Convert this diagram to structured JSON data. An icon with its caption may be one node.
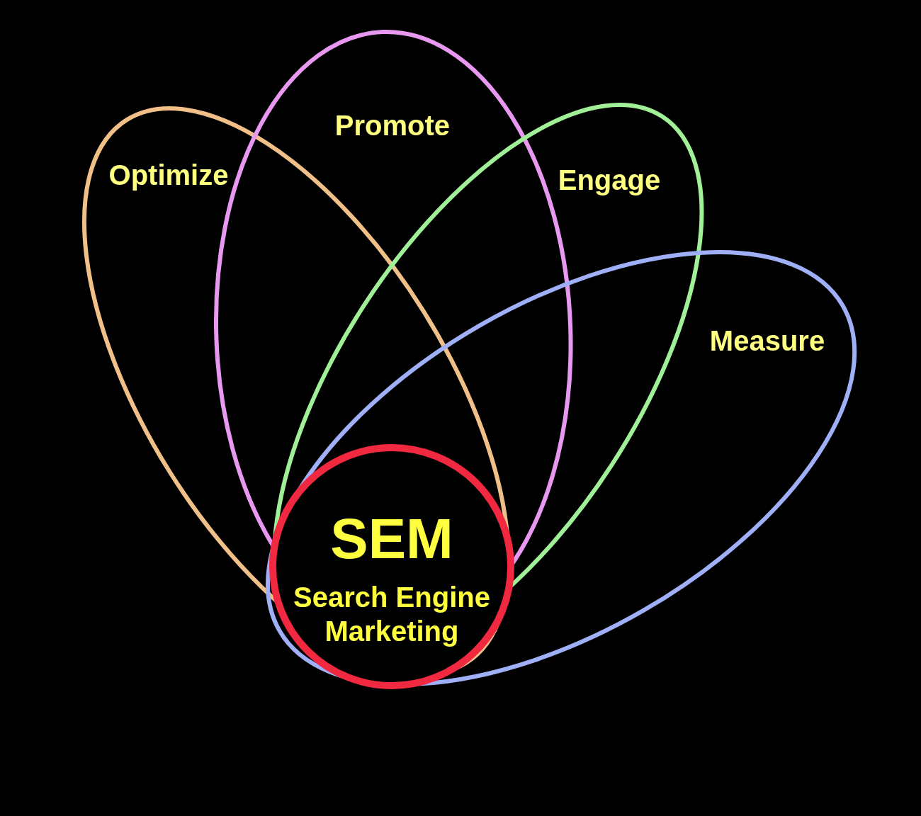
{
  "diagram": {
    "nodes": [
      {
        "text": [
          "Optimize"
        ]
      },
      {
        "text": [
          "Promote"
        ]
      },
      {
        "text": [
          "Engage"
        ]
      },
      {
        "text": [
          "Measure"
        ]
      },
      {
        "text": [
          "SEM",
          "Search Engine Marketing"
        ]
      }
    ]
  }
}
